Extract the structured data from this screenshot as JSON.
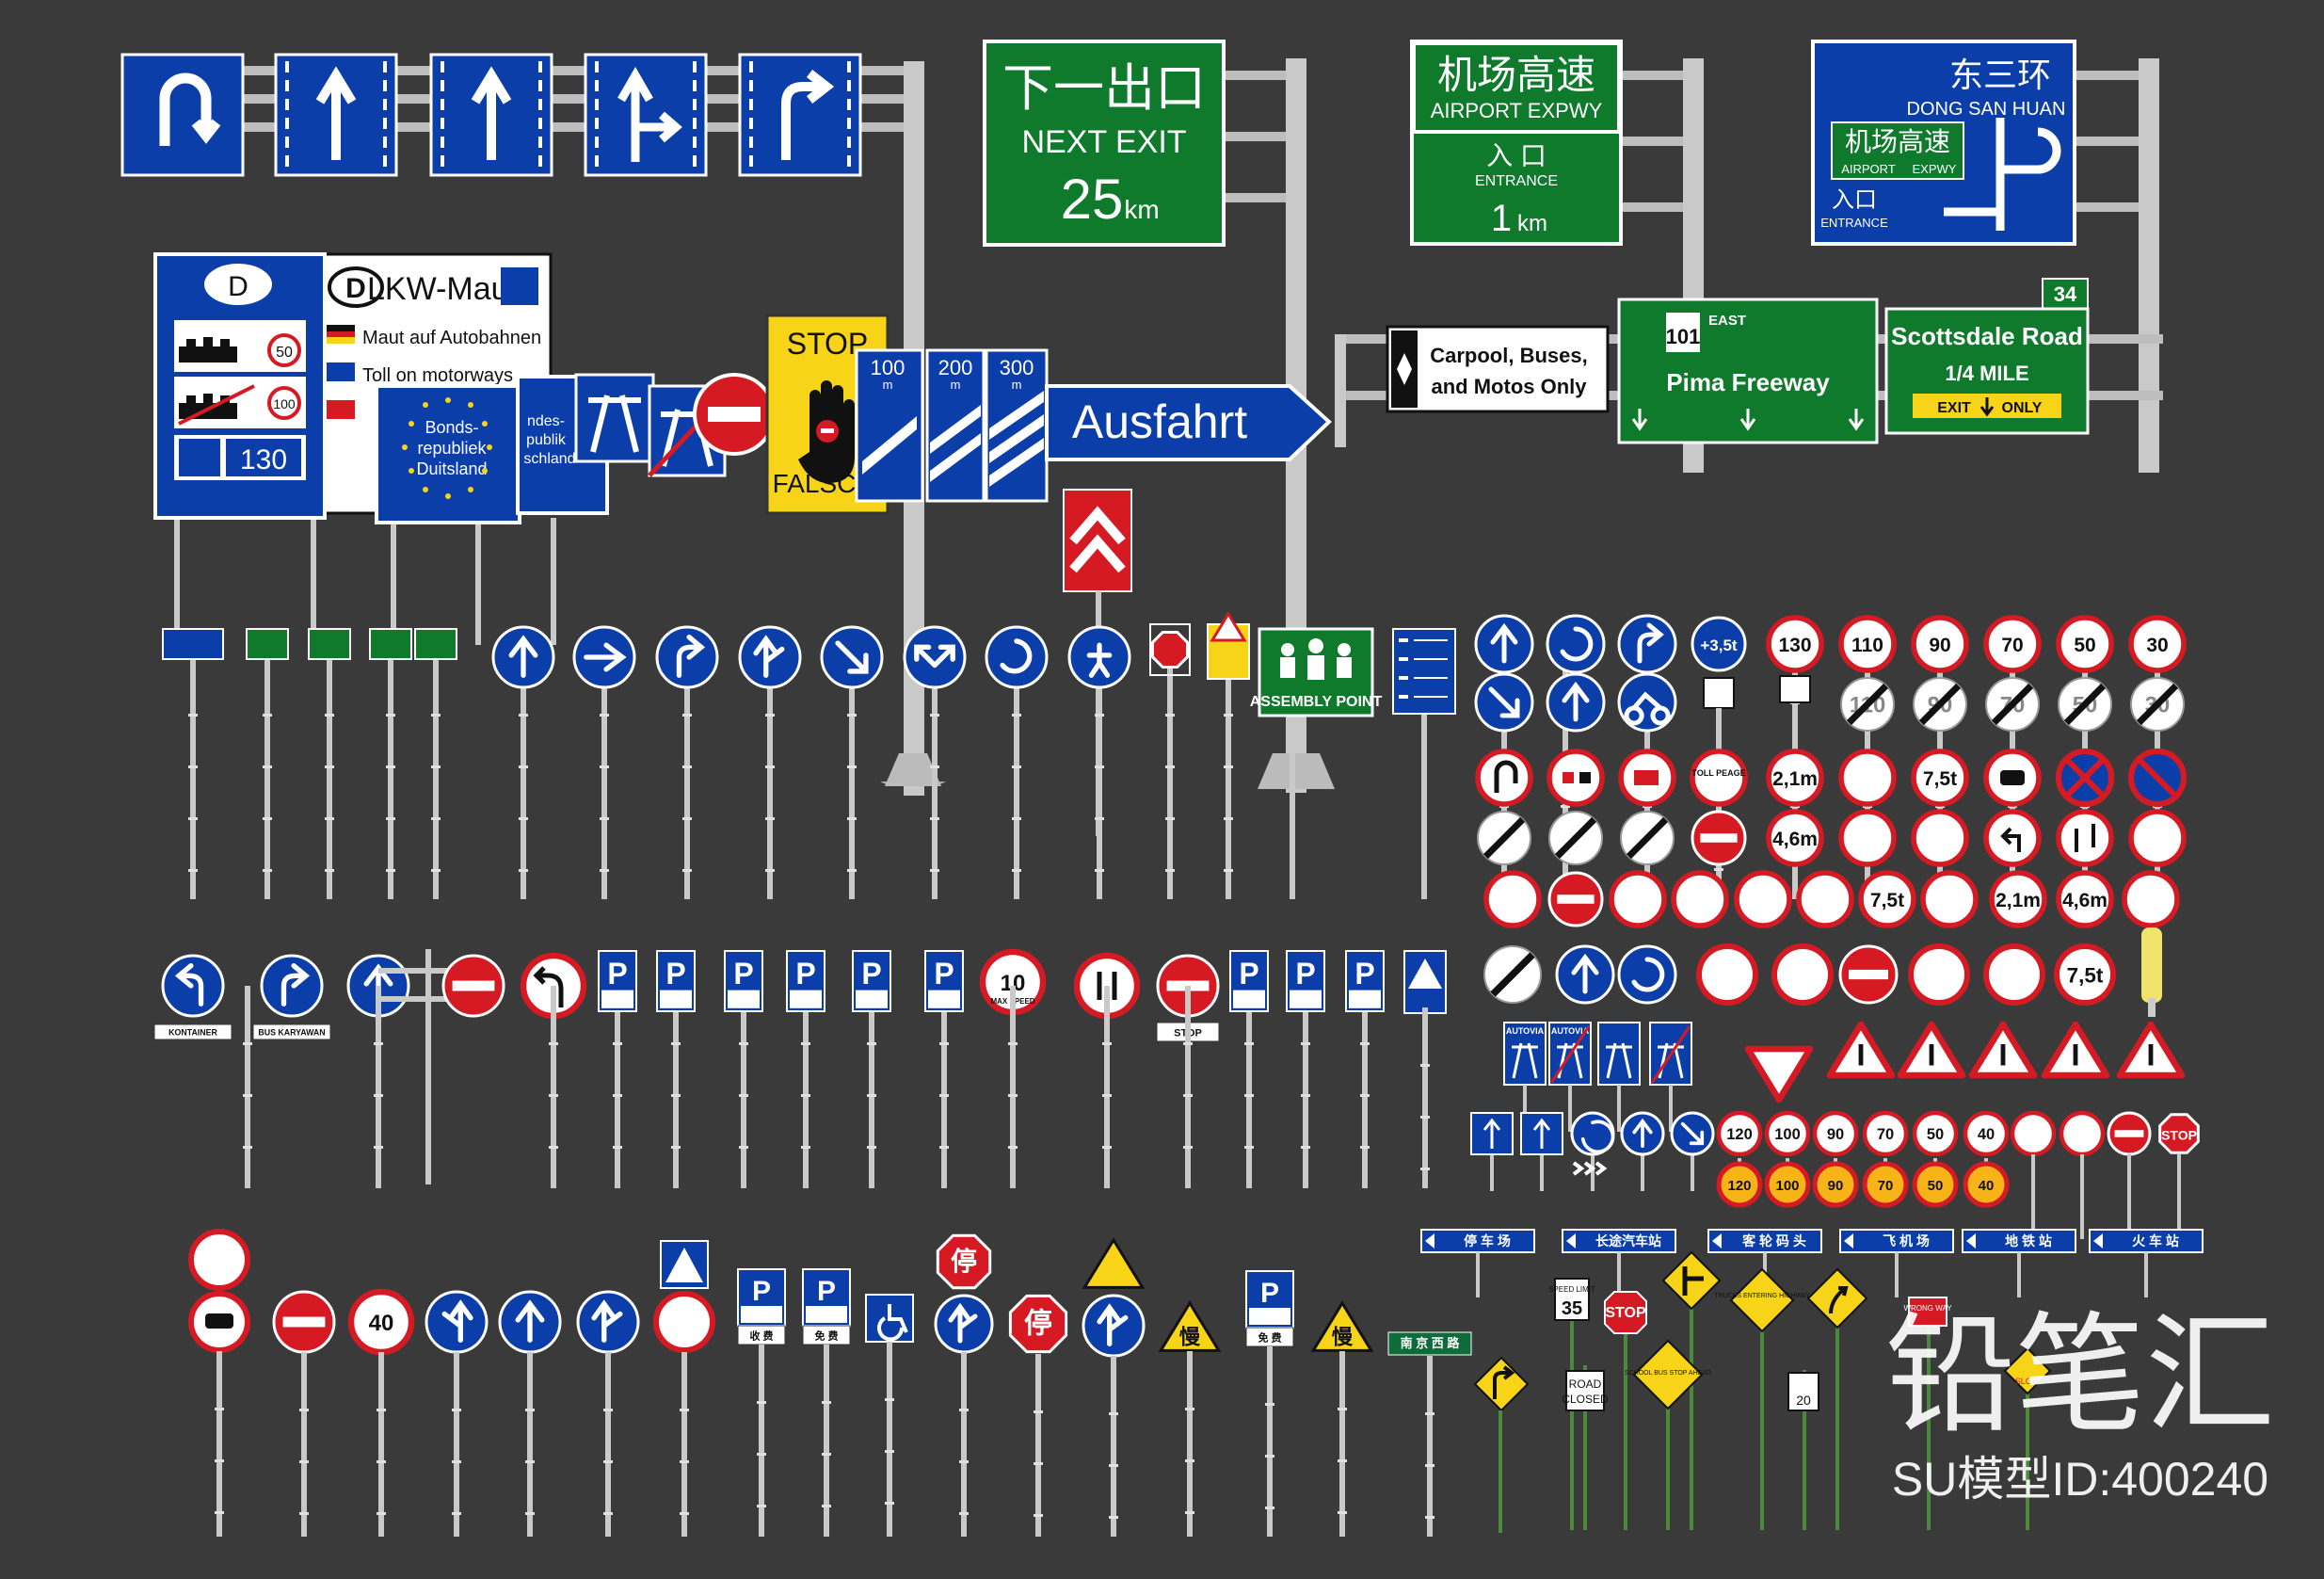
{
  "colors": {
    "background": "#3a3a3a",
    "blue": "#0b3ea8",
    "green": "#0f7a2c",
    "red": "#d51a23",
    "yellow": "#f7d417",
    "pole": "#c9c9c9",
    "white": "#ffffff"
  },
  "overhead_lane_signs": [
    {
      "icon": "u-turn-icon"
    },
    {
      "icon": "straight-arrow-icon"
    },
    {
      "icon": "straight-arrow-icon"
    },
    {
      "icon": "straight-or-right-icon"
    },
    {
      "icon": "right-turn-icon"
    }
  ],
  "gantry_signs": {
    "next_exit": {
      "cn": "下一出口",
      "en": "NEXT EXIT",
      "distance": "25",
      "unit": "km"
    },
    "airport_expwy": {
      "cn": "机场高速",
      "en": "AIRPORT EXPWY",
      "entrance_cn": "入 口",
      "entrance_en": "ENTRANCE",
      "distance": "1",
      "unit": "km"
    },
    "dong_san_huan": {
      "cn": "东三环",
      "en": "DONG SAN HUAN",
      "sub_cn": "机场高速",
      "sub_en_1": "AIRPORT",
      "sub_en_2": "EXPWY",
      "entrance_cn": "入口",
      "entrance_en": "ENTRANCE"
    },
    "carpool": {
      "line1": "Carpool, Buses,",
      "line2": "and Motos Only"
    },
    "pima": {
      "route": "101",
      "dir": "EAST",
      "name": "Pima Freeway"
    },
    "scottsdale": {
      "exit_no": "34",
      "name": "Scottsdale Road",
      "distance": "1/4 MILE",
      "exit_only": "EXIT",
      "only": "ONLY"
    }
  },
  "german_signs": {
    "country_code": "D",
    "maut_title": "LKW-Maut",
    "maut_line1": "Maut auf Autobahnen",
    "maut_line2": "Toll on motorways",
    "speed_50": "50",
    "speed_100": "100",
    "speed_130": "130",
    "eu_line1": "Bonds-",
    "eu_line2": "republiek",
    "eu_line3": "Duitsland",
    "de_line1": "ndes-",
    "de_line2": "publik",
    "de_line3": "schland",
    "stop_word": "STOP",
    "falsch_word": "FALSC",
    "distances": [
      "100",
      "200",
      "300"
    ],
    "dist_unit": "m",
    "ausfahrt": "Ausfahrt"
  },
  "assembly_point": "ASSEMBLY POINT",
  "row1_circle_labels": {
    "plus_weight": "+3,5t"
  },
  "speed_limits": [
    "130",
    "110",
    "90",
    "70",
    "50",
    "30"
  ],
  "prohibition_labels": {
    "height": "2,1m",
    "weight": "7,5t",
    "width": "4,6m",
    "toll": "TOLL PEAGE"
  },
  "autovia": [
    "AUTOVIA",
    "AUTOVIA"
  ],
  "small_speed_row": [
    "120",
    "100",
    "90",
    "70",
    "50",
    "40"
  ],
  "small_stop": "STOP",
  "blue_direction_plates": [
    {
      "label": "停 车 场"
    },
    {
      "label": "长途汽车站"
    },
    {
      "label": "客 轮 码 头"
    },
    {
      "label": "飞 机 场"
    },
    {
      "label": "地 铁 站"
    },
    {
      "label": "火 车 站"
    }
  ],
  "row2_plates": {
    "kontainer": "KONTAINER",
    "bus": "BUS KARYAWAN",
    "max_speed": "10",
    "max_speed_label": "MAX SPEED",
    "stop_plate": "STOP"
  },
  "row3": {
    "speed_40": "40",
    "stop_cn": "停",
    "pay": "收 费",
    "free": "免 费",
    "free2": "免 费",
    "slow_cn": "慢",
    "street_cn": "南 京 西 路",
    "parking": "P"
  },
  "us_signs": {
    "speed_label": "SPEED LIMIT",
    "speed_val": "35",
    "stop": "STOP",
    "road_closed_1": "ROAD",
    "road_closed_2": "CLOSED",
    "trucks": "TRUCKS ENTERING HIGHWAY",
    "school": "SCHOOL BUS STOP AHEAD",
    "wrong_way": "WRONG WAY",
    "slow": "SLOW",
    "speed_limit_20": "20"
  },
  "watermark": {
    "brand": "铅笔汇",
    "id_label": "SU模型ID:400240"
  }
}
